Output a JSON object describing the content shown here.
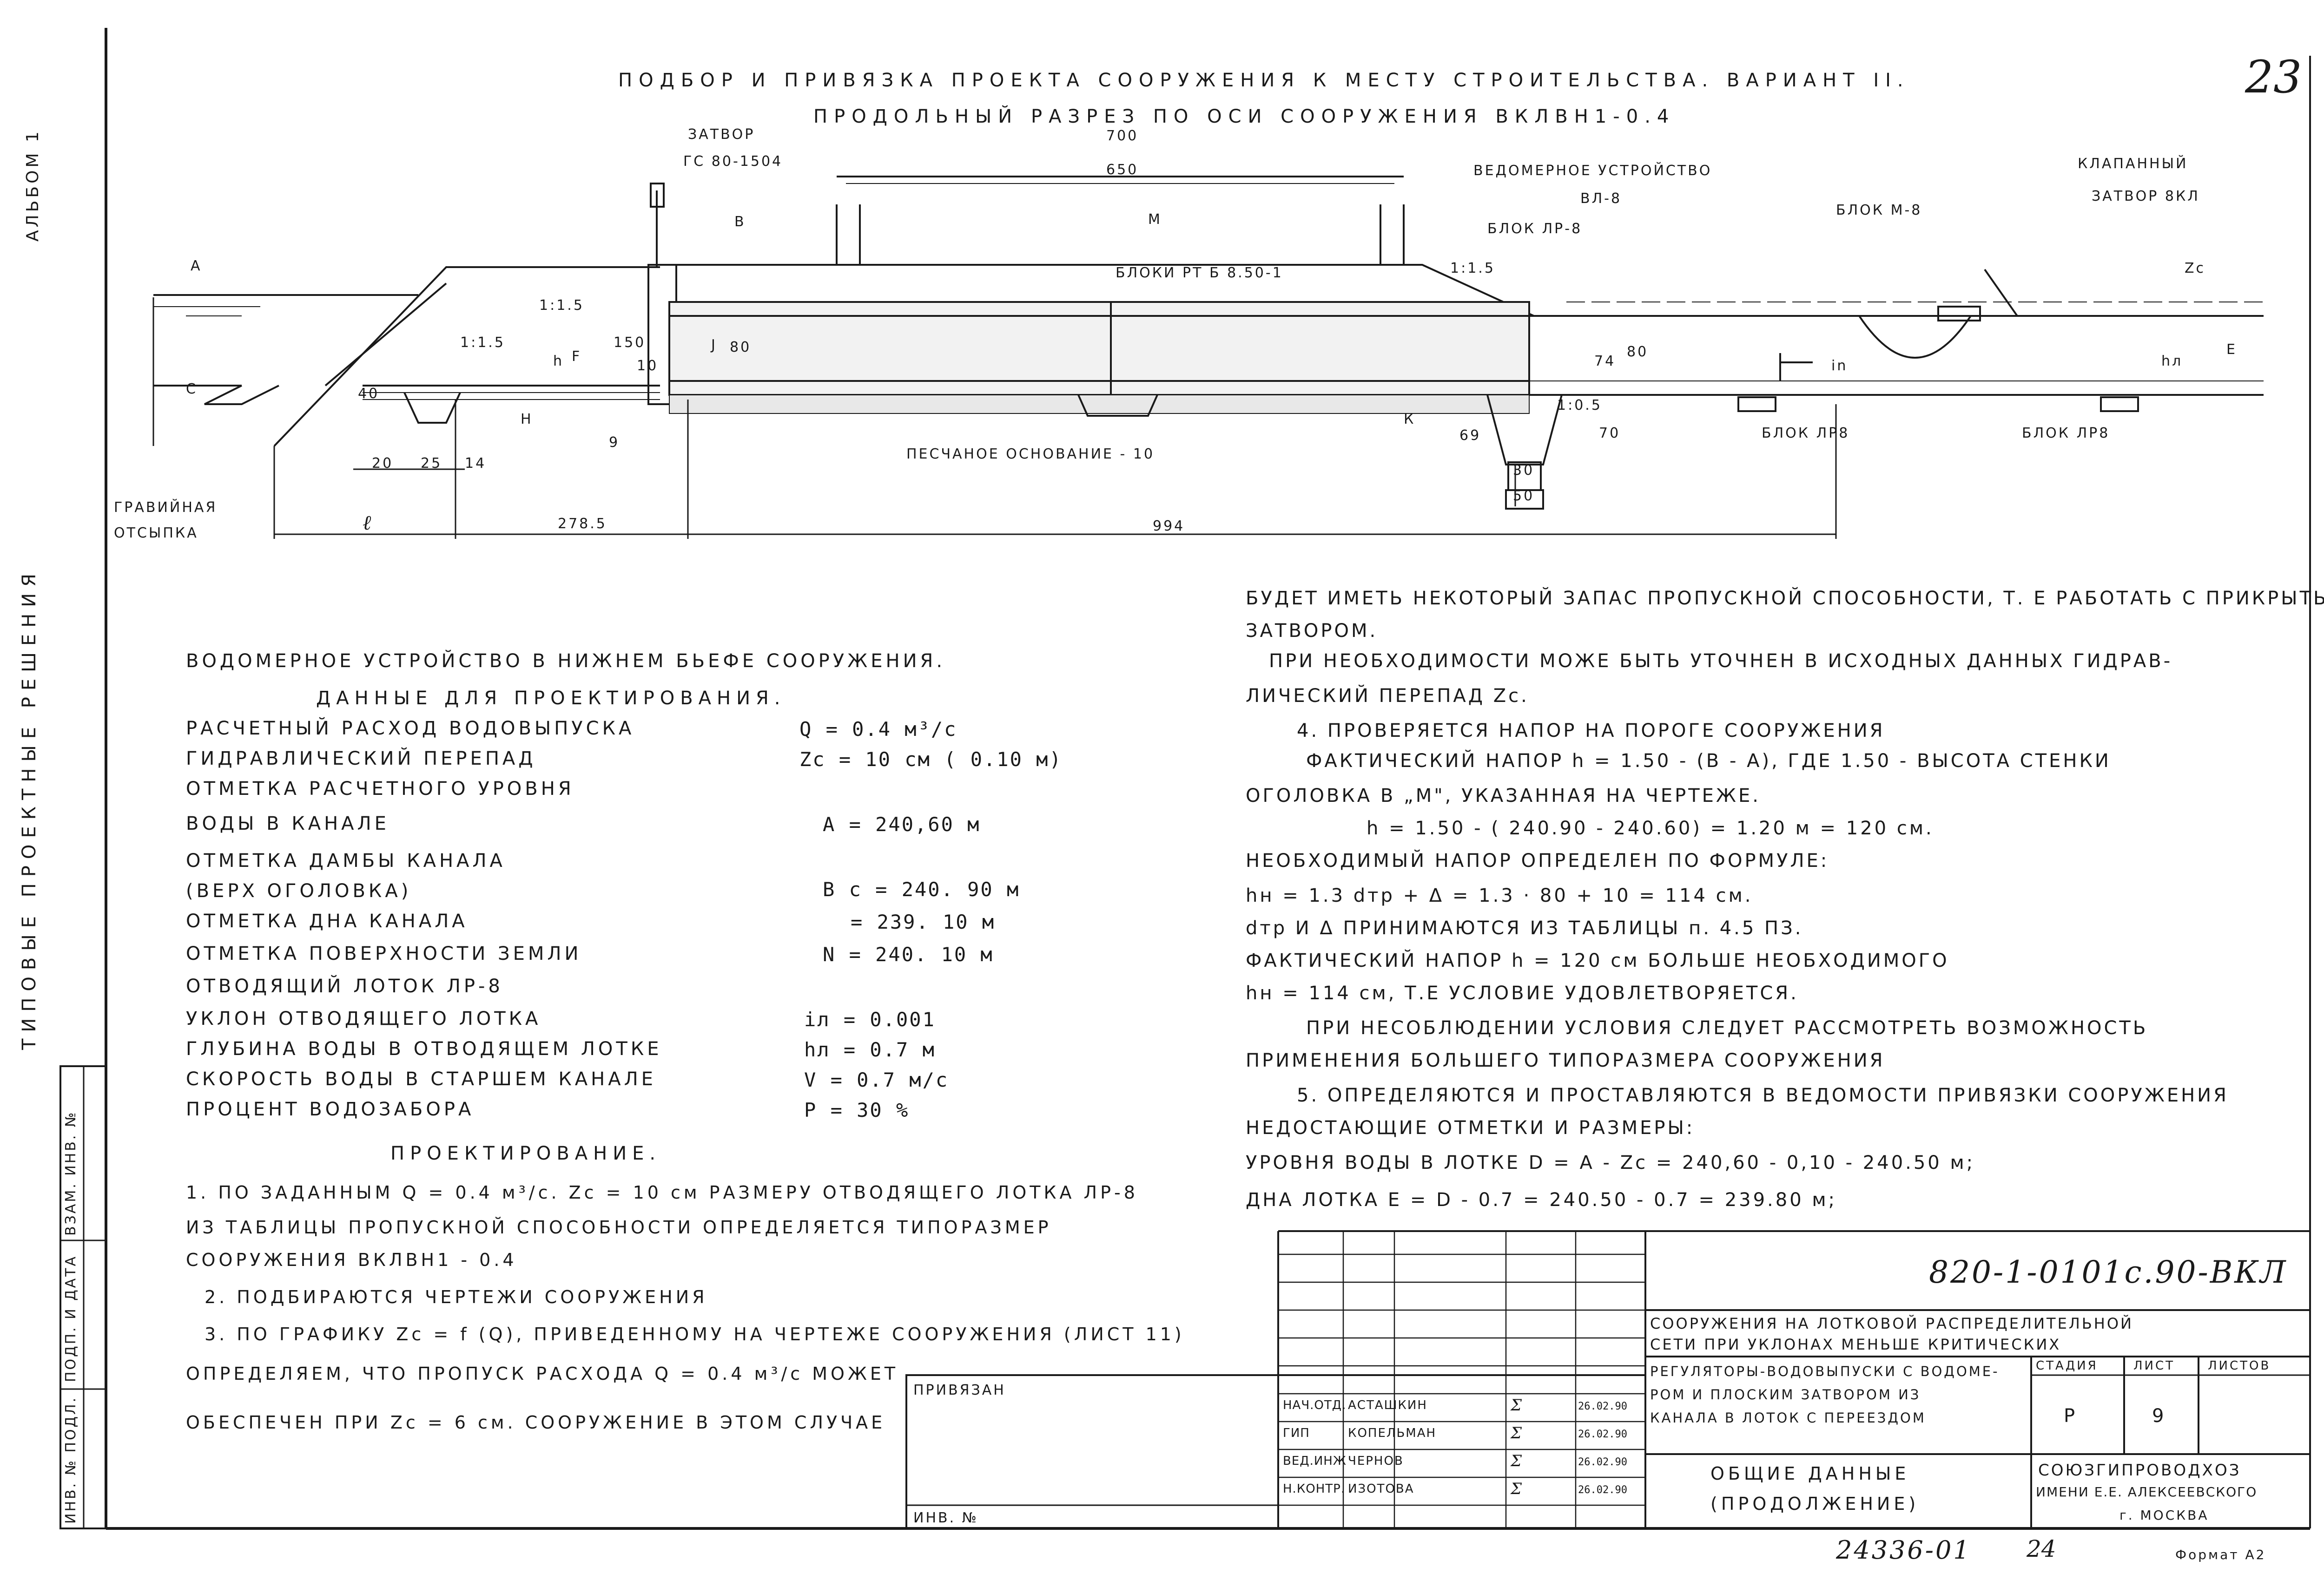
{
  "sheet_no": "23",
  "album": "АЛЬБОМ 1",
  "series_side": "ТИПОВЫЕ ПРОЕКТНЫЕ РЕШЕНИЯ",
  "side_stamp": [
    "ИНВ. № ПОДЛ.",
    "ПОДП. И ДАТА",
    "ВЗАМ. ИНВ. №"
  ],
  "title_line1": "ПОДБОР И ПРИВЯЗКА ПРОЕКТА СООРУЖЕНИЯ К МЕСТУ СТРОИТЕЛЬСТВА. ВАРИАНТ II.",
  "title_line2": "ПРОДОЛЬНЫЙ РАЗРЕЗ ПО ОСИ СООРУЖЕНИЯ ВКЛВН1-0.4",
  "drawing": {
    "zatvor_label": "ЗАТВОР",
    "zatvor_code": "ГС 80-1504",
    "dim_700": "700",
    "dim_650": "650",
    "vedomer_label": "ВЕДОМЕРНОЕ УСТРОЙСТВО",
    "vedomer_code": "ВЛ-8",
    "klapan_label": "КЛАПАННЫЙ",
    "klapan_label2": "ЗАТВОР 8КЛ",
    "blok_lr8_top": "БЛОК ЛР-8",
    "blok_m8": "БЛОК М-8",
    "bloki_rt": "БЛОКИ РТ Б 8.50-1",
    "label_A": "А",
    "label_B": "В",
    "label_M": "М",
    "label_C": "С",
    "label_F": "F",
    "label_H": "Н",
    "label_J": "J",
    "label_K": "К",
    "label_E": "Е",
    "label_Zc": "Zc",
    "label_in": "in",
    "label_hl": "hл",
    "slope_1": "1:1.5",
    "slope_2": "1:1.5",
    "slope_3": "1:1.5",
    "slope_4": "1:0.5",
    "dim_h": "h",
    "dim_150": "150",
    "dim_10": "10",
    "dim_80a": "80",
    "dim_40": "40",
    "dim_74": "74",
    "dim_80b": "80",
    "dim_69": "69",
    "dim_70": "70",
    "dim_9": "9",
    "dim_20": "20",
    "dim_25": "25",
    "dim_14": "14",
    "dim_30": "30",
    "dim_50": "50",
    "gravel_1": "ГРАВИЙНАЯ",
    "gravel_2": "ОТСЫПКА",
    "sand_base": "ПЕСЧАНОЕ ОСНОВАНИЕ - 10",
    "dim_l": "ℓ",
    "dim_278": "278.5",
    "dim_994": "994",
    "blok_lr8_b1": "БЛОК ЛР8",
    "blok_lr8_b2": "БЛОК ЛР8"
  },
  "left_text": {
    "heading": "ВОДОМЕРНОЕ УСТРОЙСТВО В НИЖНЕМ БЬЕФЕ СООРУЖЕНИЯ.",
    "subheading": "ДАННЫЕ ДЛЯ ПРОЕКТИРОВАНИЯ.",
    "rows": [
      {
        "label": "РАСЧЕТНЫЙ РАСХОД ВОДОВЫПУСКА",
        "value": "Q = 0.4 м³/с"
      },
      {
        "label": "ГИДРАВЛИЧЕСКИЙ ПЕРЕПАД",
        "value": "Zc = 10 см ( 0.10 м)"
      },
      {
        "label": "ОТМЕТКА РАСЧЕТНОГО УРОВНЯ",
        "value": ""
      },
      {
        "label": "ВОДЫ В КАНАЛЕ",
        "value": "A = 240,60 м"
      },
      {
        "label": "ОТМЕТКА ДАМБЫ КАНАЛА",
        "value": ""
      },
      {
        "label": "(ВЕРХ ОГОЛОВКА)",
        "value": "B c = 240. 90 м"
      },
      {
        "label": "ОТМЕТКА ДНА КАНАЛА",
        "value": "= 239. 10 м"
      },
      {
        "label": "ОТМЕТКА ПОВЕРХНОСТИ ЗЕМЛИ",
        "value": "N = 240. 10 м"
      },
      {
        "label": "ОТВОДЯЩИЙ ЛОТОК ЛР-8",
        "value": ""
      },
      {
        "label": "УКЛОН ОТВОДЯЩЕГО ЛОТКА",
        "value": "iл = 0.001"
      },
      {
        "label": "ГЛУБИНА ВОДЫ В ОТВОДЯЩЕМ ЛОТКЕ",
        "value": "hл = 0.7 м"
      },
      {
        "label": "СКОРОСТЬ ВОДЫ В СТАРШЕМ КАНАЛЕ",
        "value": "V = 0.7 м/с"
      },
      {
        "label": "ПРОЦЕНТ ВОДОЗАБОРА",
        "value": "P = 30 %"
      }
    ],
    "design_heading": "ПРОЕКТИРОВАНИЕ.",
    "design_lines": [
      "1. ПО ЗАДАННЫМ Q = 0.4 м³/с. Zc = 10 см РАЗМЕРУ ОТВОДЯЩЕГО ЛОТКА ЛР-8",
      "ИЗ ТАБЛИЦЫ ПРОПУСКНОЙ СПОСОБНОСТИ ОПРЕДЕЛЯЕТСЯ ТИПОРАЗМЕР",
      "СООРУЖЕНИЯ ВКЛВН1 - 0.4",
      "2. ПОДБИРАЮТСЯ ЧЕРТЕЖИ СООРУЖЕНИЯ",
      "3. ПО ГРАФИКУ Zc = f (Q), ПРИВЕДЕННОМУ НА ЧЕРТЕЖЕ СООРУЖЕНИЯ (ЛИСТ 11)",
      "ОПРЕДЕЛЯЕМ, ЧТО ПРОПУСК РАСХОДА Q = 0.4 м³/с МОЖЕТ",
      "ОБЕСПЕЧЕН ПРИ Zc = 6 см. СООРУЖЕНИЕ В ЭТОМ СЛУЧАЕ"
    ]
  },
  "right_text": [
    "БУДЕТ ИМЕТЬ НЕКОТОРЫЙ ЗАПАС ПРОПУСКНОЙ СПОСОБНОСТИ, Т. Е РАБОТАТЬ С ПРИКРЫТЫМ",
    "ЗАТВОРОМ.",
    "ПРИ НЕОБХОДИМОСТИ МОЖЕ БЫТЬ УТОЧНЕН В ИСХОДНЫХ ДАННЫХ ГИДРАВ-",
    "ЛИЧЕСКИЙ ПЕРЕПАД Zc.",
    "4. ПРОВЕРЯЕТСЯ НАПОР НА ПОРОГЕ СООРУЖЕНИЯ",
    "ФАКТИЧЕСКИЙ НАПОР h = 1.50 - (B - A), ГДЕ 1.50 - ВЫСОТА СТЕНКИ",
    "ОГОЛОВКА В „М\", УКАЗАННАЯ НА ЧЕРТЕЖЕ.",
    "h = 1.50 - ( 240.90 - 240.60) = 1.20 м = 120 см.",
    "НЕОБХОДИМЫЙ НАПОР ОПРЕДЕЛЕН ПО ФОРМУЛЕ:",
    "hн = 1.3 dтр + Δ = 1.3 · 80 + 10 = 114 см.",
    "dтр И Δ ПРИНИМАЮТСЯ ИЗ ТАБЛИЦЫ п. 4.5 ПЗ.",
    "ФАКТИЧЕСКИЙ НАПОР h = 120 см БОЛЬШЕ НЕОБХОДИМОГО",
    "hн = 114 см, Т.Е УСЛОВИЕ УДОВЛЕТВОРЯЕТСЯ.",
    "ПРИ НЕСОБЛЮДЕНИИ УСЛОВИЯ СЛЕДУЕТ РАССМОТРЕТЬ ВОЗМОЖНОСТЬ",
    "ПРИМЕНЕНИЯ БОЛЬШЕГО ТИПОРАЗМЕРА СООРУЖЕНИЯ",
    "5. ОПРЕДЕЛЯЮТСЯ И ПРОСТАВЛЯЮТСЯ В ВЕДОМОСТИ ПРИВЯЗКИ СООРУЖЕНИЯ",
    "НЕДОСТАЮЩИЕ ОТМЕТКИ И РАЗМЕРЫ:",
    "УРОВНЯ ВОДЫ В ЛОТКЕ D = A - Zc = 240,60 - 0,10 - 240.50 м;",
    "ДНА ЛОТКА E = D - 0.7 = 240.50 - 0.7 = 239.80 м;"
  ],
  "stamp": {
    "code": "820-1-0101с.90-ВКЛ",
    "privyazan": "ПРИВЯЗАН",
    "inv_no": "ИНВ. №",
    "desc1": "СООРУЖЕНИЯ НА ЛОТКОВОЙ РАСПРЕДЕЛИТЕЛЬНОЙ",
    "desc2": "СЕТИ ПРИ УКЛОНАХ МЕНЬШЕ КРИТИЧЕСКИХ",
    "desc3": "РЕГУЛЯТОРЫ-ВОДОВЫПУСКИ С ВОДОМЕ-",
    "desc4": "РОМ И ПЛОСКИМ ЗАТВОРОМ ИЗ",
    "desc5": "КАНАЛА В ЛОТОК С ПЕРЕЕЗДОМ",
    "sheet_title1": "ОБЩИЕ ДАННЫЕ",
    "sheet_title2": "(ПРОДОЛЖЕНИЕ)",
    "stage_h": "СТАДИЯ",
    "sheet_h": "ЛИСТ",
    "sheets_h": "ЛИСТОВ",
    "stage_v": "Р",
    "sheet_v": "9",
    "org1": "СОЮЗГИПРОВОДХОЗ",
    "org2": "ИМЕНИ Е.Е. АЛЕКСЕЕВСКОГО",
    "org3": "г. МОСКВА",
    "people": [
      {
        "role": "НАЧ.ОТД.",
        "name": "АСТАШКИН",
        "date": "26.02.90"
      },
      {
        "role": "ГИП",
        "name": "КОПЕЛЬМАН",
        "date": "26.02.90"
      },
      {
        "role": "ВЕД.ИНЖ",
        "name": "ЧЕРНОВ",
        "date": "26.02.90"
      },
      {
        "role": "Н.КОНТР.",
        "name": "ИЗОТОВА",
        "date": "26.02.90"
      }
    ]
  },
  "bottom_no": "24336-01",
  "bottom_page": "24",
  "format": "Формат А2"
}
